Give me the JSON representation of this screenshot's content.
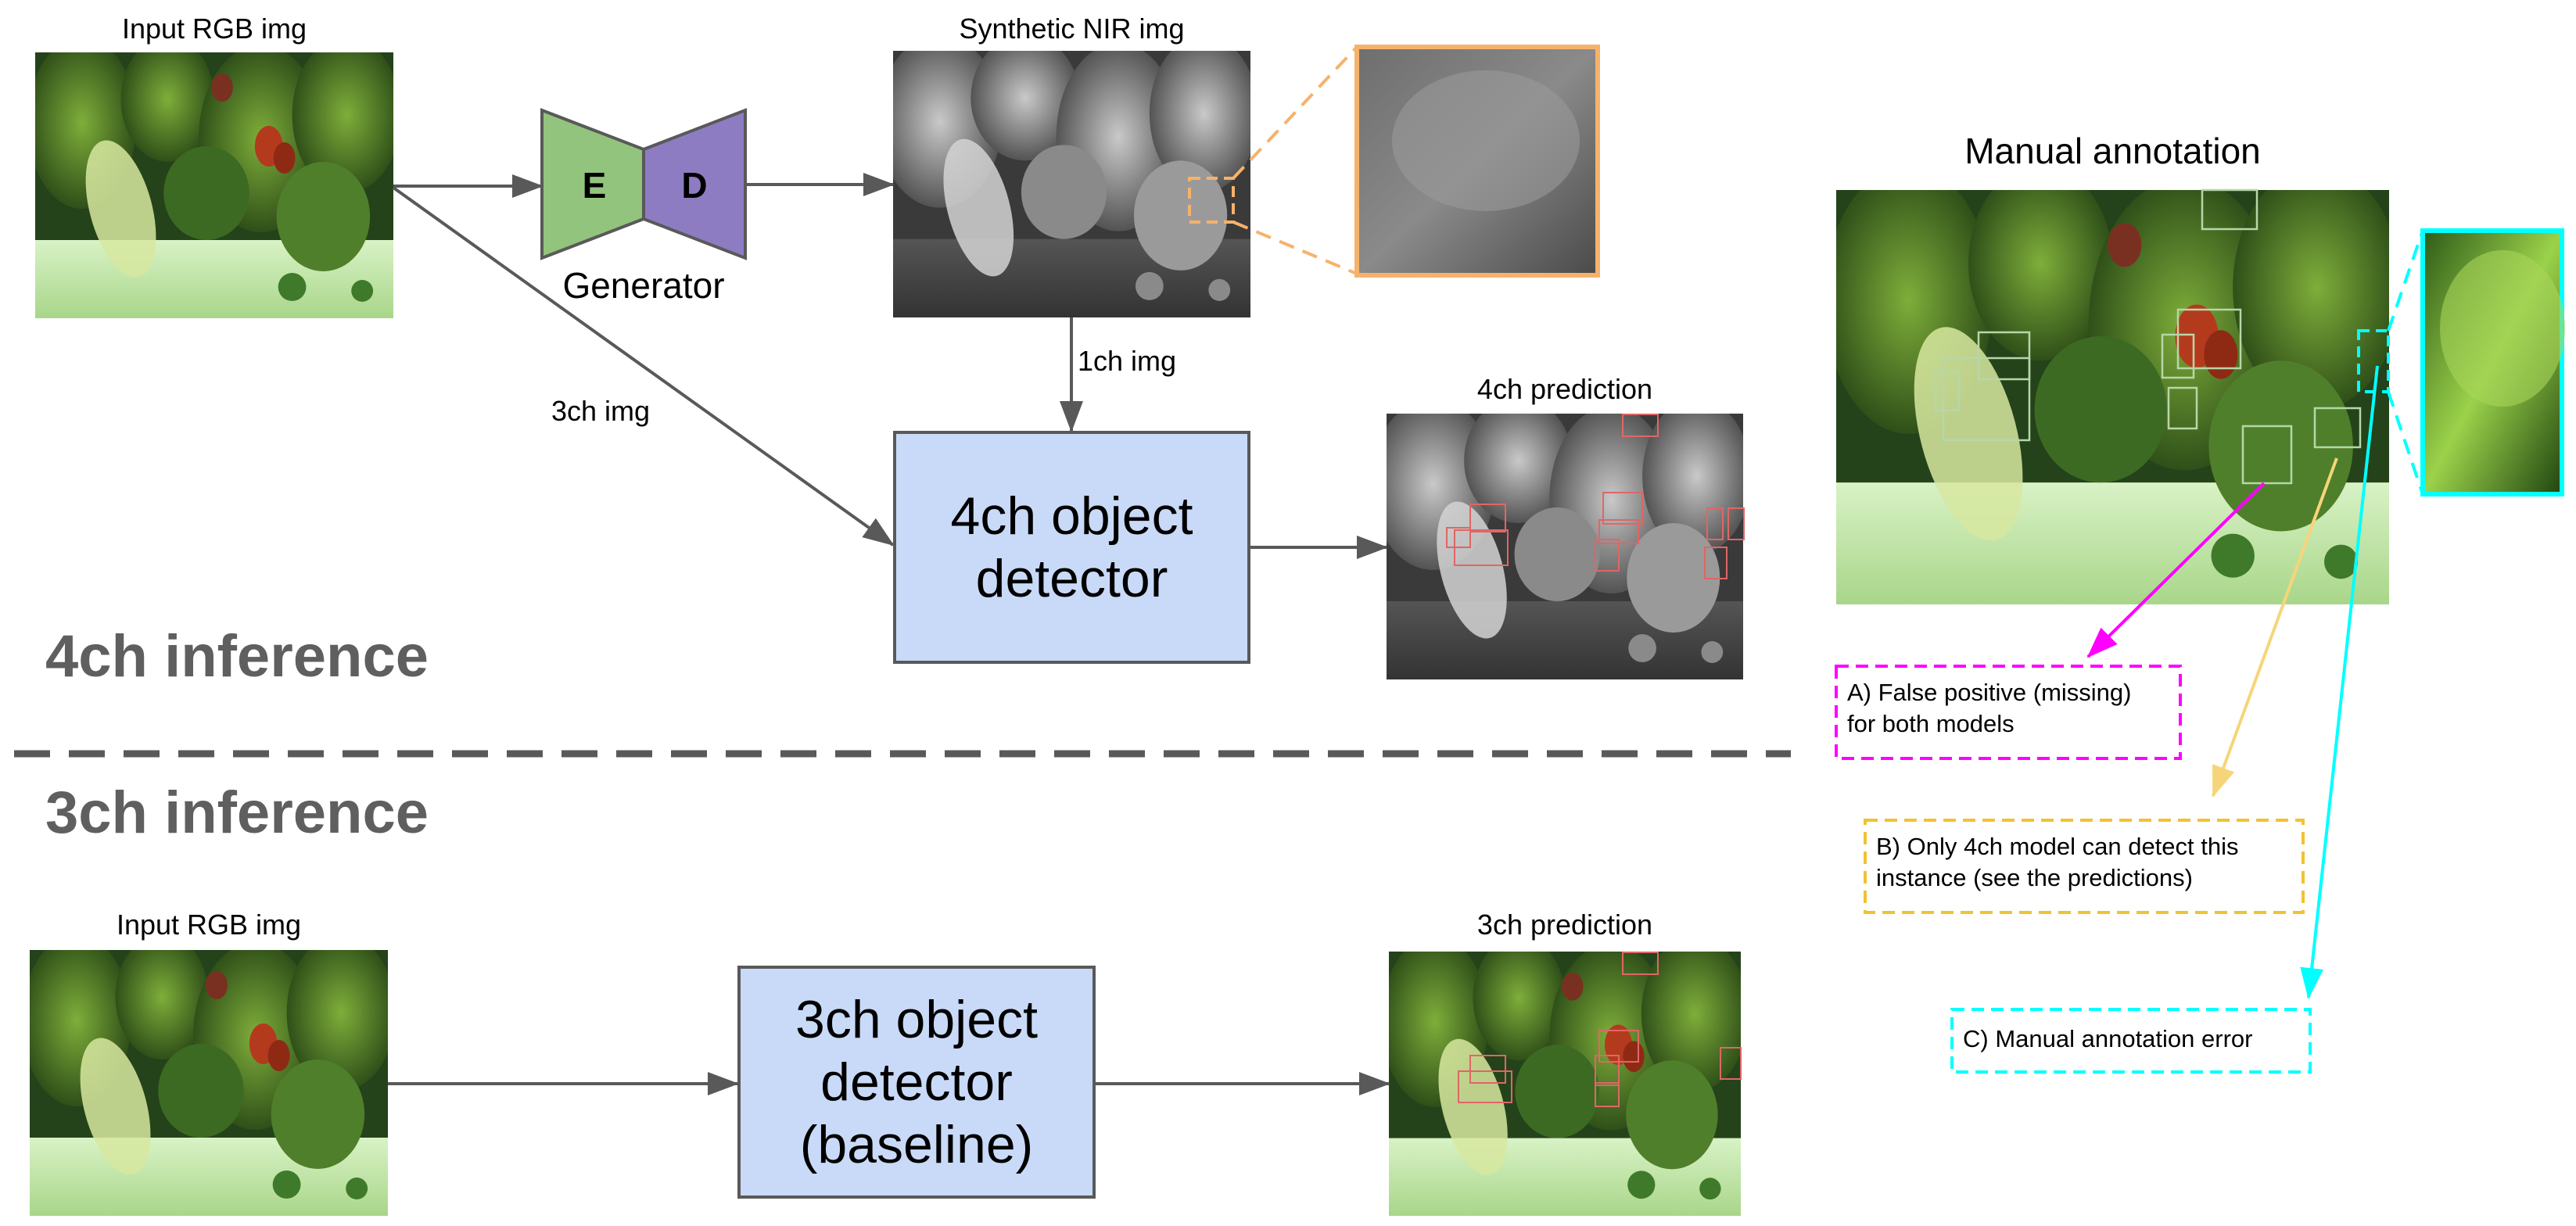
{
  "top": {
    "input_caption": "Input RGB img",
    "generator_label": "Generator",
    "encoder_letter": "E",
    "decoder_letter": "D",
    "nir_caption": "Synthetic NIR img",
    "one_ch_label": "1ch img",
    "three_ch_label": "3ch img",
    "detector_label": "4ch object\ndetector",
    "prediction_caption": "4ch prediction",
    "section_title": "4ch inference"
  },
  "bottom": {
    "section_title": "3ch inference",
    "input_caption": "Input RGB img",
    "detector_label": "3ch object\ndetector\n(baseline)",
    "prediction_caption": "3ch prediction"
  },
  "annotation": {
    "title": "Manual annotation",
    "note_a": "A) False positive (missing)\nfor both models",
    "note_b": "B) Only 4ch model can detect this\ninstance (see the predictions)",
    "note_c": "C) Manual annotation error"
  },
  "colors": {
    "arrow": "#595959",
    "encoder": "#93c47d",
    "decoder": "#8e7cc3",
    "detector_fill": "#c9daf8",
    "zoom_orange": "#f6b26b",
    "note_a": "#ff00ff",
    "note_b": "#f1c232",
    "note_c": "#00ffff",
    "annotation_box": "#b6d7a8",
    "prediction_box": "#e06666"
  }
}
